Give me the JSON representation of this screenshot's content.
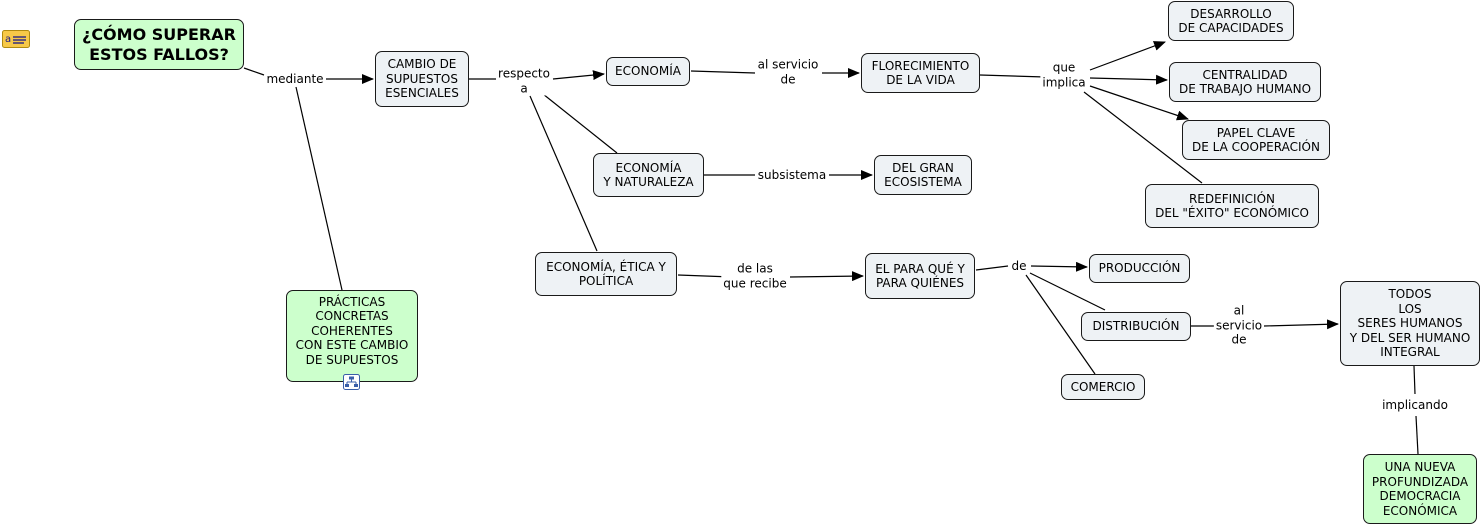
{
  "nodes": {
    "title": "¿CÓMO SUPERAR\nESTOS FALLOS?",
    "cambio": "CAMBIO DE\nSUPUESTOS\nESENCIALES",
    "economia": "ECONOMÍA",
    "florecimiento": "FLORECIMIENTO\nDE LA VIDA",
    "desarrollo": "DESARROLLO\nDE CAPACIDADES",
    "centralidad": "CENTRALIDAD\nDE TRABAJO HUMANO",
    "papel": "PAPEL CLAVE\nDE LA COOPERACIÓN",
    "redefinicion": "REDEFINICIÓN\nDEL \"ÉXITO\" ECONÓMICO",
    "eco_naturaleza": "ECONOMÍA\nY NATURALEZA",
    "gran_ecosistema": "DEL GRAN\nECOSISTEMA",
    "eco_etica": "ECONOMÍA, ÉTICA Y\nPOLÍTICA",
    "para_que": "EL PARA QUÉ Y\nPARA QUIÉNES",
    "produccion": "PRODUCCIÓN",
    "distribucion": "DISTRIBUCIÓN",
    "comercio": "COMERCIO",
    "todos": "TODOS\nLOS\nSERES HUMANOS\nY DEL SER HUMANO\nINTEGRAL",
    "democracia": "UNA NUEVA\nPROFUNDIZADA\nDEMOCRACIA\nECONÓMICA",
    "practicas": "PRÁCTICAS\nCONCRETAS\nCOHERENTES\nCON ESTE CAMBIO\nDE SUPUESTOS"
  },
  "links": {
    "mediante": "mediante",
    "respecto": "respecto\na",
    "al_servicio_de": "al servicio\nde",
    "que_implica": "que\nimplica",
    "subsistema": "subsistema",
    "de_las": "de las\nque recibe",
    "de": "de",
    "al_servicio_de_2": "al\nservicio\nde",
    "implicando": "implicando"
  },
  "icons": {
    "note": "note-icon",
    "concept_map": "concept-map-icon"
  },
  "colors": {
    "concept_fill": "#eef2f5",
    "highlight_fill": "#ccffcc",
    "line": "#000000"
  }
}
